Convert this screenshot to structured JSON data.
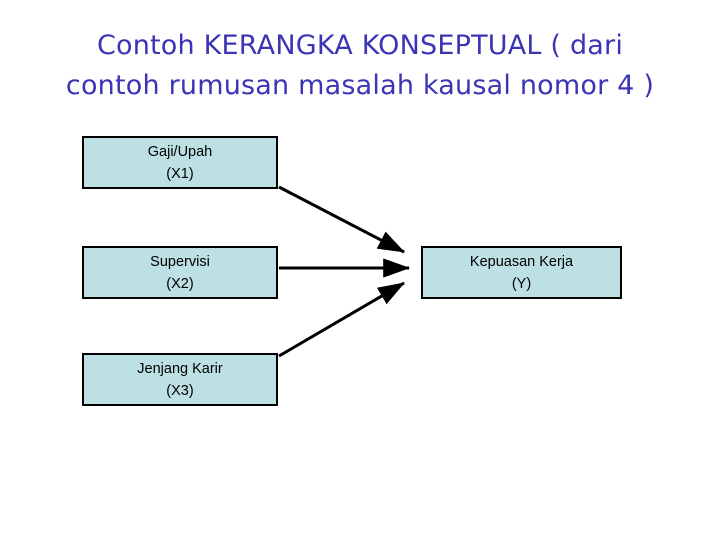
{
  "slide": {
    "title_line1": "Contoh KERANGKA KONSEPTUAL ( dari",
    "title_line2": "contoh rumusan masalah kausal nomor 4 )",
    "title_full": "Contoh KERANGKA KONSEPTUAL ( dari\ncontoh rumusan masalah kausal nomor 4 )",
    "background_color": "#FFFFFF",
    "title_color": "#3B35B5"
  },
  "diagram": {
    "type": "conceptual-framework",
    "node_fill_color": "#BCE0E3",
    "node_border_color": "#000000",
    "arrow_color": "#000000",
    "nodes": [
      {
        "id": "x1",
        "label": "Gaji/Upah",
        "code": "(X1)",
        "role": "independent"
      },
      {
        "id": "x2",
        "label": "Supervisi",
        "code": "(X2)",
        "role": "independent"
      },
      {
        "id": "x3",
        "label": "Jenjang Karir",
        "code": "(X3)",
        "role": "independent"
      },
      {
        "id": "y",
        "label": "Kepuasan Kerja",
        "code": "(Y)",
        "role": "dependent"
      }
    ],
    "edges": [
      {
        "from": "x1",
        "to": "y",
        "style": "solid-arrow"
      },
      {
        "from": "x2",
        "to": "y",
        "style": "solid-arrow"
      },
      {
        "from": "x3",
        "to": "y",
        "style": "solid-arrow"
      }
    ]
  }
}
